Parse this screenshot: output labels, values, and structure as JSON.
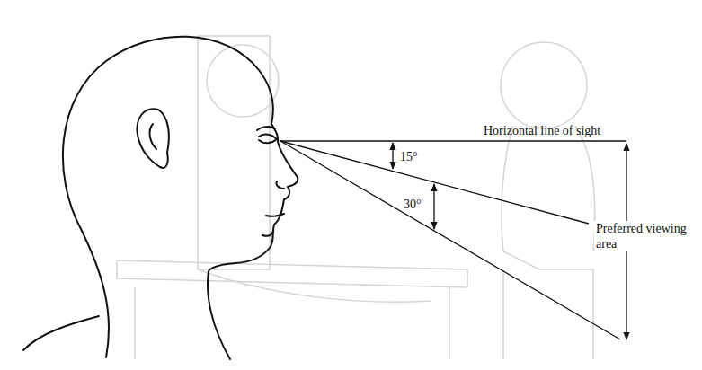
{
  "diagram": {
    "labels": [
      "Horizontal line of sight",
      "15°",
      "30°",
      "Preferred viewing area"
    ]
  }
}
